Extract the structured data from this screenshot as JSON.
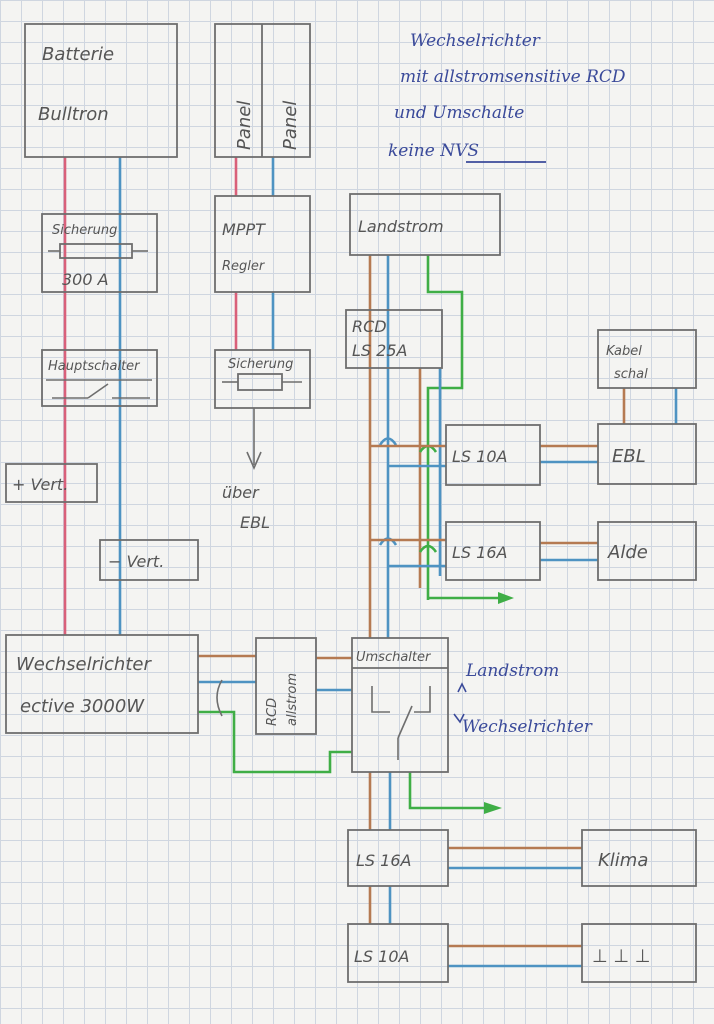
{
  "notes": {
    "title_line1": "Wechselrichter",
    "title_line2": "mit allstromsensitive RCD",
    "title_line3": "und Umschalte",
    "title_line4": "keine NVS",
    "ebl_line1": "über",
    "ebl_line2": "EBL",
    "switch_top": "Landstrom",
    "switch_bottom": "Wechselrichter"
  },
  "components": {
    "battery_line1": "Batterie",
    "battery_line2": "Bulltron",
    "panel1": "Panel",
    "panel2": "Panel",
    "fuse_main": "Sicherung",
    "fuse_main_rating": "300 A",
    "mppt_line1": "MPPT",
    "mppt_line2": "Regler",
    "main_switch": "Hauptschalter",
    "fuse_solar": "Sicherung",
    "plus_dist": "+ Vert.",
    "minus_dist": "− Vert.",
    "inverter_line1": "Wechselrichter",
    "inverter_line2": "ective 3000W",
    "rcd_allstrom_line1": "RCD",
    "rcd_allstrom_line2": "allstrom",
    "shore_power": "Landstrom",
    "rcd_ls_line1": "RCD",
    "rcd_ls_line2": "LS 25A",
    "cable_drum_line1": "Kabel",
    "cable_drum_line2": "schal",
    "ls_10a_1": "LS 10A",
    "ebl_box": "EBL",
    "ls_16a_1": "LS 16A",
    "alde": "Alde",
    "changeover": "Umschalter",
    "ls_16a_2": "LS 16A",
    "klima": "Klima",
    "ls_10a_2": "LS 10A",
    "sockets_symbol": "⊥ ⊥ ⊥"
  },
  "colors": {
    "positive": "#d9607a",
    "negative": "#4e93c2",
    "phase": "#b57a52",
    "earth": "#3fae46",
    "ink": "#3a4a9a"
  }
}
